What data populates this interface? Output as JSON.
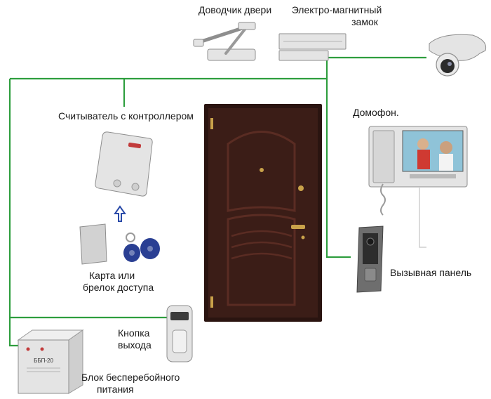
{
  "colors": {
    "wire": "#2e9e3e",
    "door_panel": "#3b1d17",
    "door_frame": "#2a1410",
    "door_groove": "#5a2c23",
    "handle": "#c9a24a",
    "device_body": "#e4e4e4",
    "device_edge": "#8e8e8e",
    "arrow": "#2a4aa8",
    "keyfob": "#2a3f93"
  },
  "labels": {
    "door_closer": "Доводчик двери",
    "em_lock_line1": "Электро-магнитный",
    "em_lock_line2": "замок",
    "reader": "Считыватель с контроллером",
    "intercom": "Домофон.",
    "card_line1": "Карта или",
    "card_line2": "брелок доступа",
    "call_panel": "Вызывная панель",
    "exit_button_line1": "Кнопка",
    "exit_button_line2": "выхода",
    "ups_line1": "Блок бесперебойного",
    "ups_line2": "питания",
    "ups_device_text": "ББП-20"
  },
  "icons": {
    "door": "door-icon",
    "door_closer": "door-closer-icon",
    "em_lock": "magnetic-lock-icon",
    "camera": "dome-camera-icon",
    "reader": "card-reader-icon",
    "card": "access-card-icon",
    "keyfob": "keyfob-icon",
    "arrow": "arrow-up-icon",
    "intercom": "video-intercom-icon",
    "call_panel": "call-panel-icon",
    "exit_button": "exit-button-icon",
    "ups": "ups-box-icon"
  }
}
